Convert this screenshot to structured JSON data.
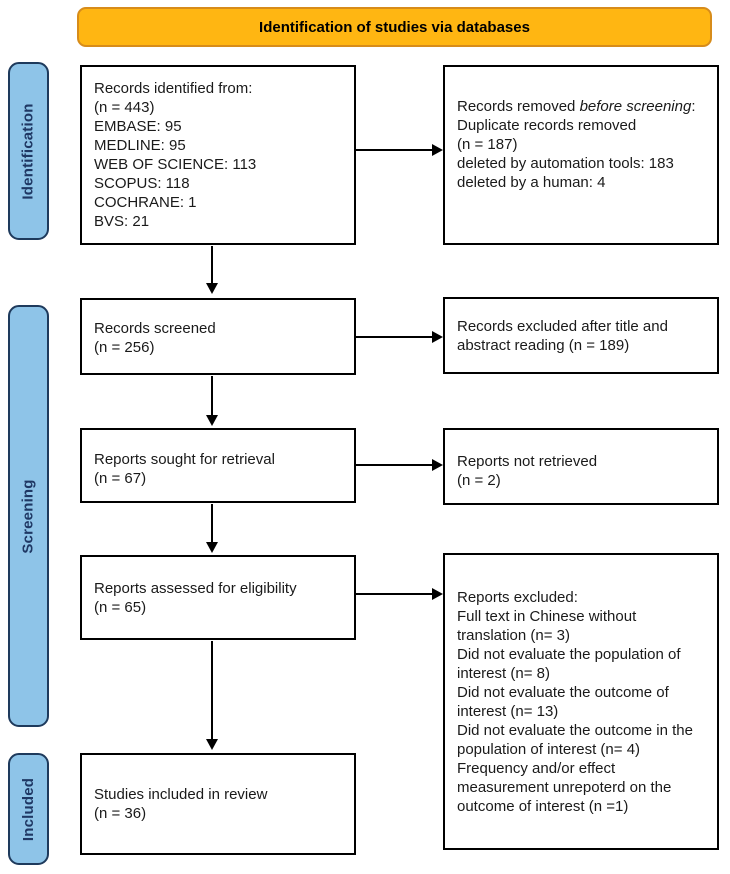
{
  "banner": {
    "label": "Identification of studies via databases"
  },
  "sidebar": {
    "identification": "Identification",
    "screening": "Screening",
    "included": "Included"
  },
  "boxes": {
    "records_identified": {
      "lines": [
        "Records identified from:",
        "(n = 443)",
        "EMBASE: 95",
        "MEDLINE: 95",
        "WEB OF SCIENCE: 113",
        "SCOPUS: 118",
        "COCHRANE: 1",
        "BVS: 21"
      ]
    },
    "records_removed": {
      "title_pre": "Records removed ",
      "title_italic": "before screening",
      "title_suffix": ":",
      "lines": [
        "Duplicate records removed",
        "(n = 187)",
        "deleted by automation tools: 183",
        "deleted by a human: 4"
      ]
    },
    "records_screened": {
      "lines": [
        "Records screened",
        "(n = 256)"
      ]
    },
    "records_excluded": {
      "lines": [
        "Records excluded after title and abstract reading (n = 189)"
      ]
    },
    "reports_sought": {
      "lines": [
        "Reports sought for retrieval",
        "(n = 67)"
      ]
    },
    "reports_not_retrieved": {
      "lines": [
        "Reports not retrieved",
        "(n = 2)"
      ]
    },
    "reports_assessed": {
      "lines": [
        "Reports assessed for eligibility",
        "(n = 65)"
      ]
    },
    "reports_excluded": {
      "lines": [
        "Reports excluded:",
        "Full text in Chinese without translation (n= 3)",
        "Did not evaluate the population of interest (n= 8)",
        "Did not evaluate the outcome of interest (n= 13)",
        "Did not evaluate the outcome in the population of interest (n= 4)",
        "Frequency and/or effect measurement unrepoterd on the outcome of interest (n =1)"
      ]
    },
    "studies_included": {
      "lines": [
        "Studies included in review",
        "(n = 36)"
      ]
    }
  },
  "colors": {
    "banner_fill": "#FFB612",
    "banner_border": "#D78C1A",
    "side_fill": "#8EC4E8",
    "side_border": "#1E3A5C",
    "side_text": "#1F3864",
    "box_border": "#000000",
    "arrow": "#000000",
    "text": "#1A1A1A"
  }
}
